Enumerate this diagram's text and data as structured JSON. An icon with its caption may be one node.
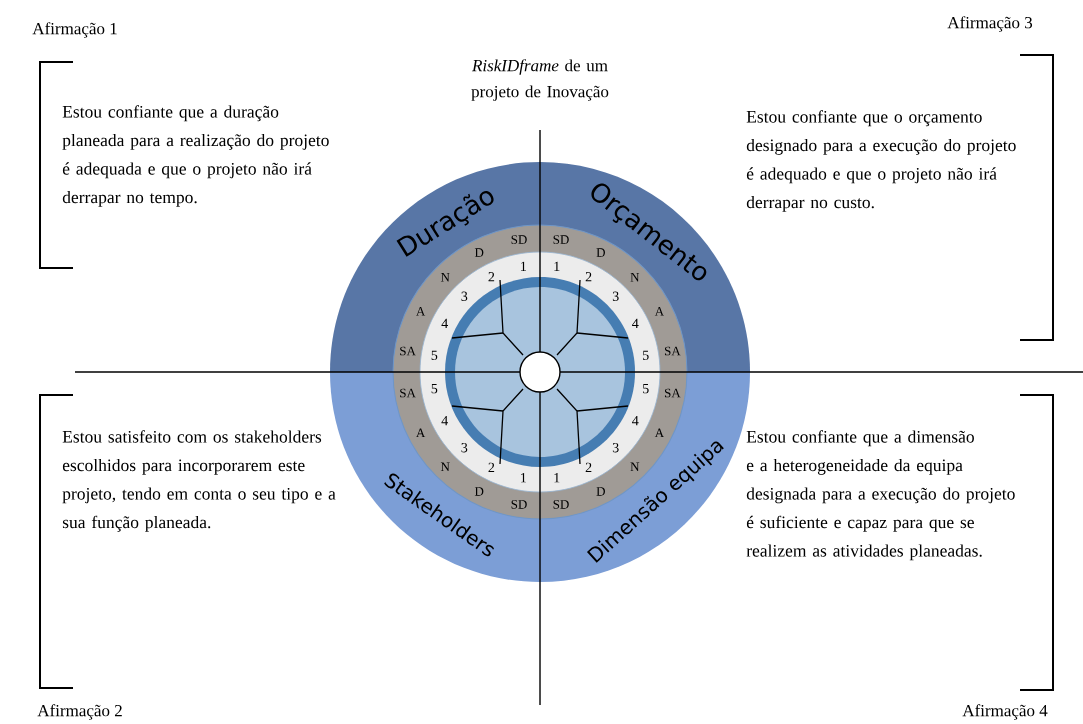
{
  "diagram": {
    "title": "*RiskIDframe* de um projeto de Inovação",
    "labels": [
      "Afirmação 1",
      "Afirmação 3",
      "Estou confiante que a duração planeada para a realização do projeto é adequada e que o projeto não irá derrapar no tempo.",
      "Estou confiante que o orçamento designado para a execução do projeto é adequado e que o projeto não irá derrapar no custo.",
      "Duração",
      "SD",
      "D",
      "N",
      "A",
      "SA",
      "1",
      "2",
      "3",
      "4",
      "5",
      "Orçamento",
      "SD",
      "D",
      "N",
      "A",
      "SA",
      "1",
      "2",
      "3",
      "4",
      "5",
      "Stakeholders",
      "SD",
      "D",
      "N",
      "A",
      "SA",
      "1",
      "2",
      "3",
      "4",
      "5",
      "Dimensão equipa",
      "SD",
      "D",
      "N",
      "A",
      "SA",
      "1",
      "2",
      "3",
      "4",
      "5",
      "Estou satisfeito com os stakeholders escolhidos para incorporarem este projeto, tendo em conta o seu tipo e a sua função planeada.",
      "Estou confiante que a dimensão e a heterogeneidade da equipa designada para a execução do projeto é suficiente e capaz para que se realizem as atividades planeadas.",
      "Afirmação 2",
      "Afirmação 4"
    ]
  }
}
